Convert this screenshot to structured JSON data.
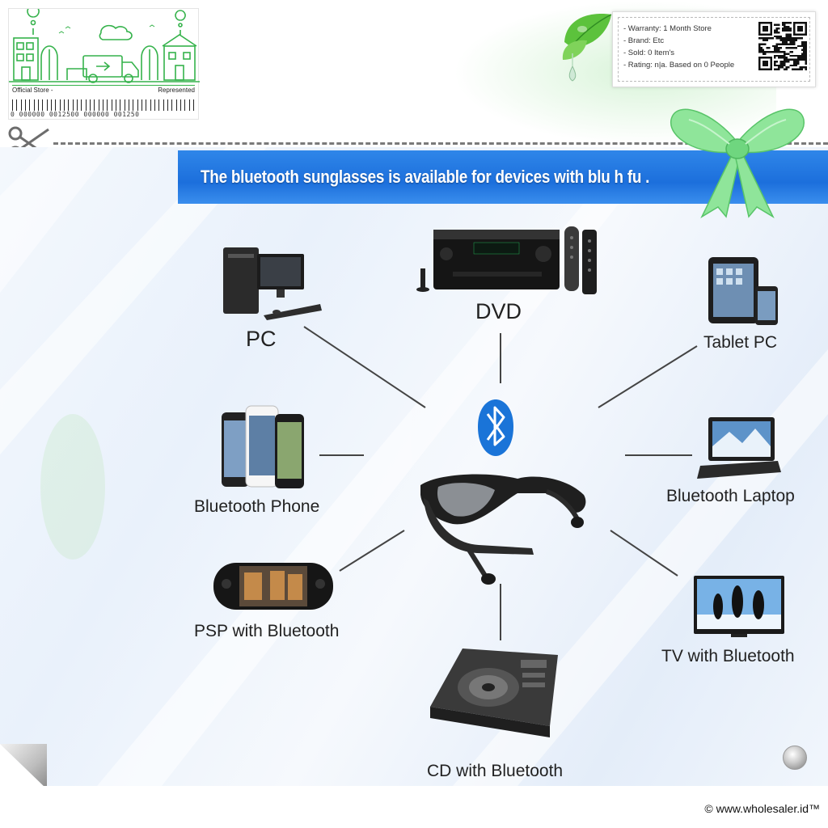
{
  "store": {
    "official_label": "Official Store -",
    "represented_label": "Represented",
    "barcode_numbers": "0 000000 0012500 000000 001250"
  },
  "info": {
    "warranty": "- Warranty: 1 Month Store",
    "brand": "- Brand: Etc",
    "sold": "- Sold: 0 Item's",
    "rating": "- Rating: n|a. Based on 0 People"
  },
  "banner": {
    "text": "The bluetooth sunglasses is available for devices with blu       h fu          ."
  },
  "devices": {
    "pc": "PC",
    "dvd": "DVD",
    "tablet": "Tablet PC",
    "phone": "Bluetooth Phone",
    "laptop": "Bluetooth Laptop",
    "psp": "PSP with Bluetooth",
    "tv": "TV with Bluetooth",
    "cd": "CD with Bluetooth"
  },
  "footer": {
    "copyright": "© www.wholesaler.id™"
  },
  "colors": {
    "banner_blue": "#1c6fdc",
    "store_green": "#35b24b",
    "bluetooth_blue": "#1a74d8"
  }
}
